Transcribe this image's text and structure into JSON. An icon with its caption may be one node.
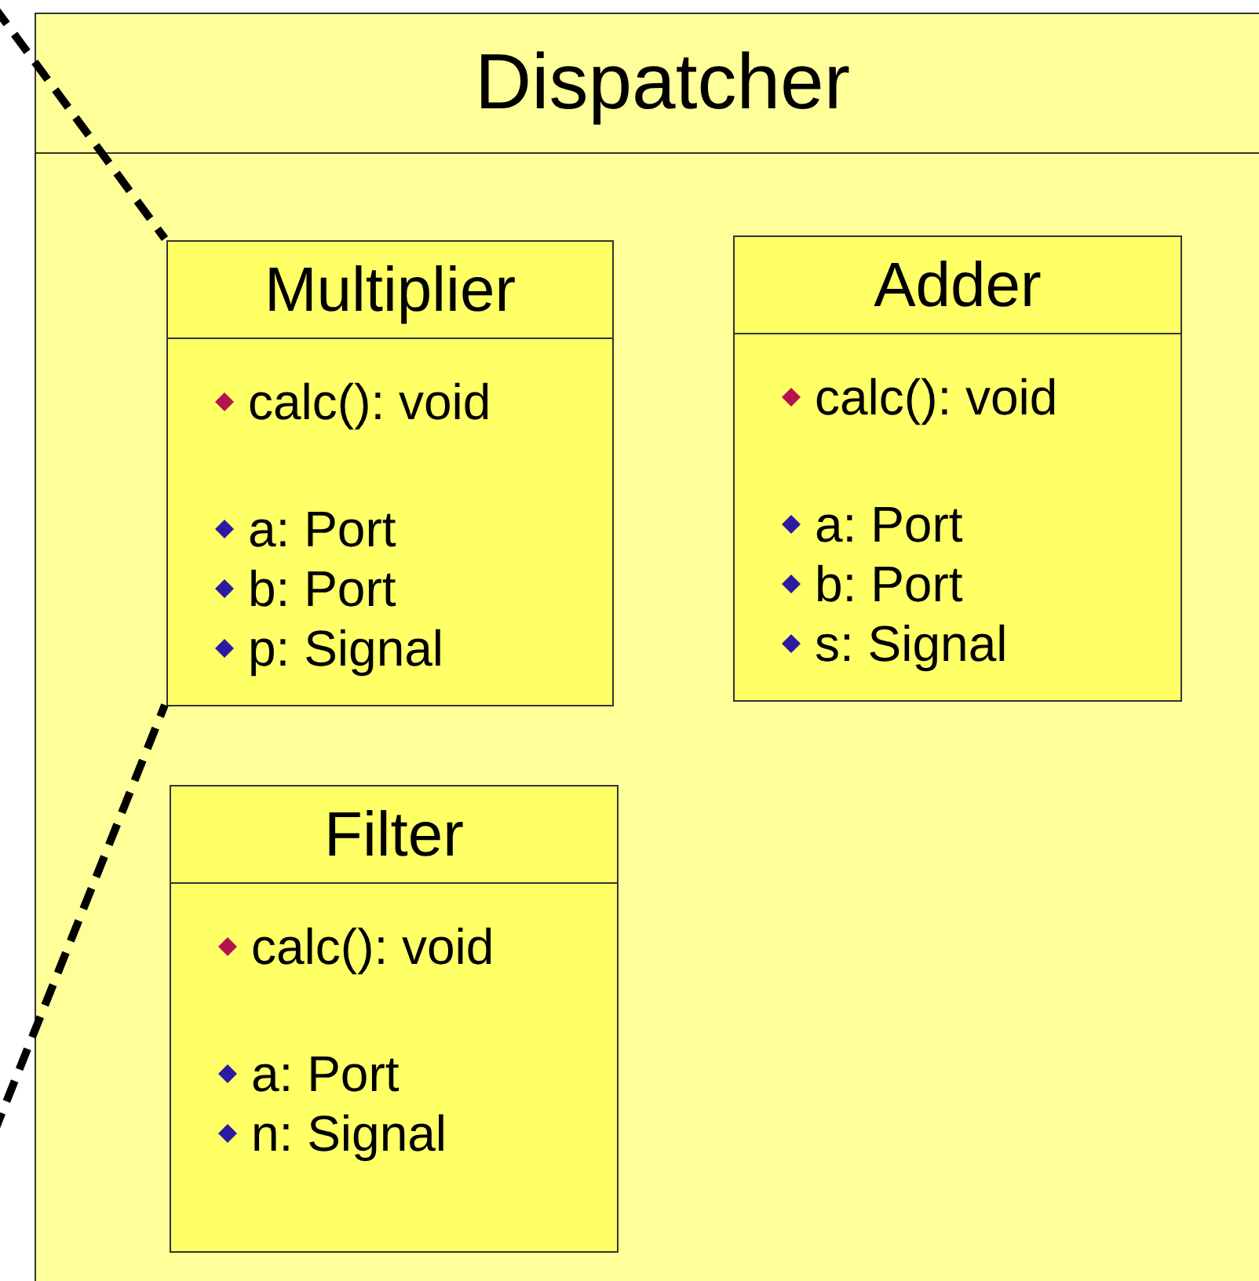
{
  "diagram": {
    "nodes": [
      {
        "text": [
          "Dispatcher"
        ]
      },
      {
        "text": [
          "Multiplier",
          "calc(): void",
          "a: Port",
          "b: Port",
          "p: Signal"
        ],
        "in": 0
      },
      {
        "text": [
          "Adder",
          "calc(): void",
          "a: Port",
          "b: Port",
          "s: Signal"
        ],
        "in": 0
      },
      {
        "text": [
          "Filter",
          "calc(): void",
          "a: Port",
          "n: Signal"
        ],
        "in": 0
      }
    ],
    "edges": [
      {
        "from": null,
        "to": 1,
        "arrow": "none",
        "style": "dashed"
      },
      {
        "from": null,
        "to": 1,
        "arrow": "none",
        "style": "dashed"
      }
    ]
  }
}
